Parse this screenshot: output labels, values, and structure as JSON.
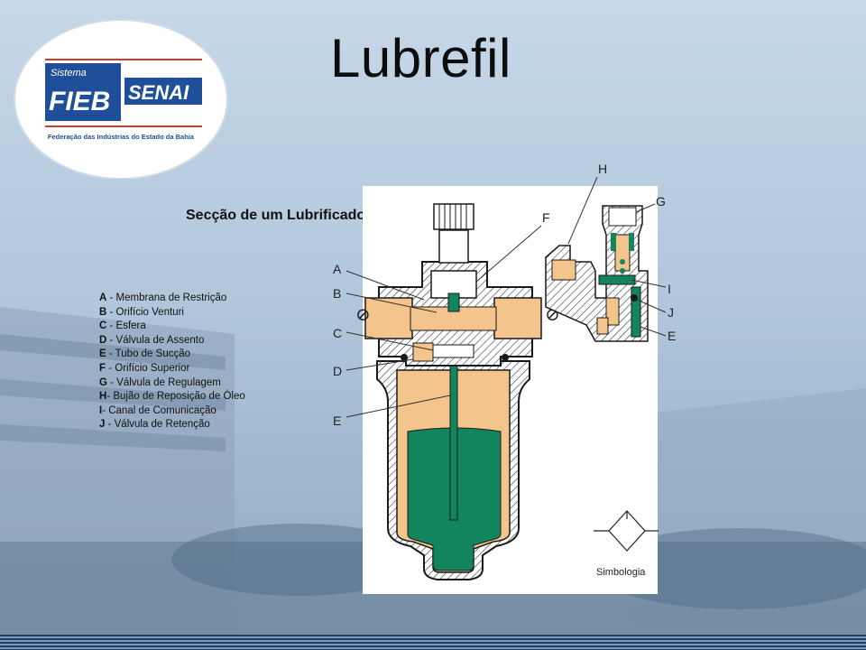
{
  "slide": {
    "title": "Lubrefil",
    "subtitle": "Secção de um Lubrificador"
  },
  "logo": {
    "line1": "Sistema",
    "line2": "FIEB",
    "line3": "SENAI",
    "caption": "Federação das Indústrias do Estado da Bahia"
  },
  "legend": [
    {
      "key": "A",
      "text": " - Membrana de Restrição"
    },
    {
      "key": "B",
      "text": " - Orifício Venturi"
    },
    {
      "key": "C",
      "text": " - Esfera"
    },
    {
      "key": "D",
      "text": " - Válvula de Assento"
    },
    {
      "key": "E",
      "text": " - Tubo de Sucção"
    },
    {
      "key": "F",
      "text": " - Orifício Superior"
    },
    {
      "key": "G",
      "text": " - Válvula de Regulagem"
    },
    {
      "key": "H",
      "text": "- Bujão de Reposição de Óleo"
    },
    {
      "key": "I",
      "text": "- Canal de Comunicação"
    },
    {
      "key": "J",
      "text": " - Válvula de Retenção"
    }
  ],
  "diagram": {
    "labels": {
      "A": "A",
      "B": "B",
      "C": "C",
      "D": "D",
      "E": "E",
      "F": "F",
      "G": "G",
      "H": "H",
      "I": "I",
      "J": "J",
      "E2": "E"
    },
    "symbol_caption": "Simbologia",
    "colors": {
      "oil": "#f3c48c",
      "green": "#12855f",
      "outline": "#1a1a1a"
    }
  }
}
